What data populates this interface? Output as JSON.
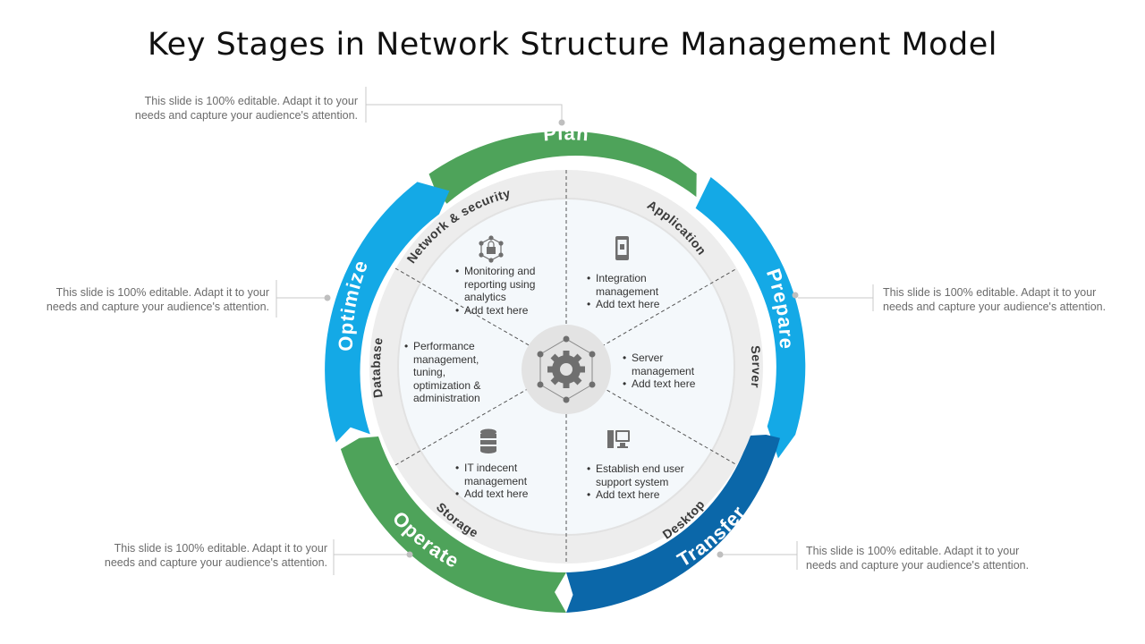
{
  "title": "Key Stages in Network Structure Management Model",
  "colors": {
    "green": "#4ea35a",
    "light_blue": "#14a9e6",
    "dark_blue": "#0b67a9",
    "ring": "#ededed",
    "inner": "#f4f8fb",
    "icon": "#6f6f6f"
  },
  "stages": {
    "plan": "Plan",
    "prepare": "Prepare",
    "transfer": "Transfer",
    "operate": "Operate",
    "optimize": "Optimize"
  },
  "segments": {
    "network_security": {
      "label": "Network & security",
      "icon": "network-lock-icon",
      "bullets": [
        "Monitoring and reporting using analytics",
        "Add text here"
      ]
    },
    "application": {
      "label": "Application",
      "icon": "mobile-phone-icon",
      "bullets": [
        "Integration management",
        "Add text here"
      ]
    },
    "server": {
      "label": "Server",
      "icon": "none",
      "bullets": [
        "Server management",
        "Add text here"
      ]
    },
    "desktop": {
      "label": "Desktop",
      "icon": "desktop-computer-icon",
      "bullets": [
        "Establish end user support system",
        "Add text here"
      ]
    },
    "storage": {
      "label": "Storage",
      "icon": "database-icon",
      "bullets": [
        "IT indecent management",
        "Add text here"
      ]
    },
    "database": {
      "label": "Database",
      "icon": "none",
      "bullets": [
        "Performance management, tuning, optimization & administration"
      ]
    }
  },
  "center": {
    "icon": "gear-network-icon"
  },
  "notes": {
    "top_left": "This slide is 100% editable. Adapt it to your needs and capture your audience's attention.",
    "mid_left": "This slide is 100% editable. Adapt it to your needs and capture your audience's attention.",
    "mid_right": "This slide is 100% editable. Adapt it to your needs and capture your audience's attention.",
    "bottom_left": "This slide is 100% editable. Adapt it to your needs and capture your audience's attention.",
    "bottom_right": "This slide is 100% editable. Adapt it to your needs and capture your audience's attention."
  }
}
